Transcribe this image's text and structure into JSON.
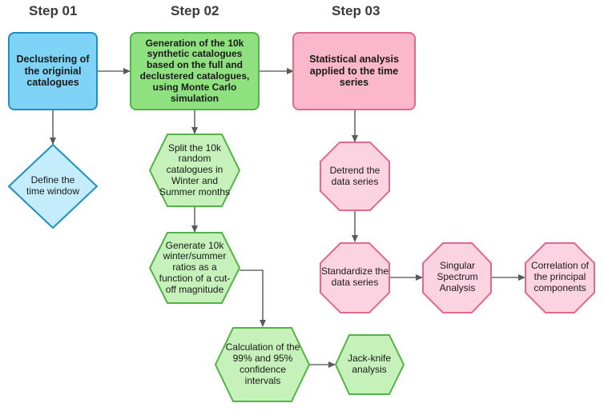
{
  "steps": [
    "Step 01",
    "Step 02",
    "Step 03"
  ],
  "nodes": {
    "declustering": "Declustering of the originial catalogues",
    "generation": "Generation of the 10k synthetic catalogues based on the full and declustered catalogues, using Monte Carlo simulation",
    "statistical": "Statistical analysis applied to the time series",
    "time_window": "Define the time window",
    "split": "Split the 10k random catalogues in Winter and Summer months",
    "ratios": "Generate 10k winter/summer ratios as a function of a cut-off magnitude",
    "confidence": "Calculation of the 99% and 95% confidence intervals",
    "jackknife": "Jack-knife analysis",
    "detrend": "Detrend the data series",
    "standardize": "Standardize the data series",
    "ssa": "Singular Spectrum Analysis",
    "correlation": "Correlation of the principal components"
  },
  "colors": {
    "blue_fill": "#7fd3f7",
    "blue_stroke": "#1f8fc0",
    "lightblue_fill": "#c4ecfb",
    "green_fill": "#8fe07f",
    "green_stroke": "#55b24a",
    "lightgreen_fill": "#c6f1ba",
    "pink_fill": "#fbb7cc",
    "pink_stroke": "#e06a8e",
    "lightpink_fill": "#fcd3e0",
    "arrow": "#6b6b6b"
  }
}
